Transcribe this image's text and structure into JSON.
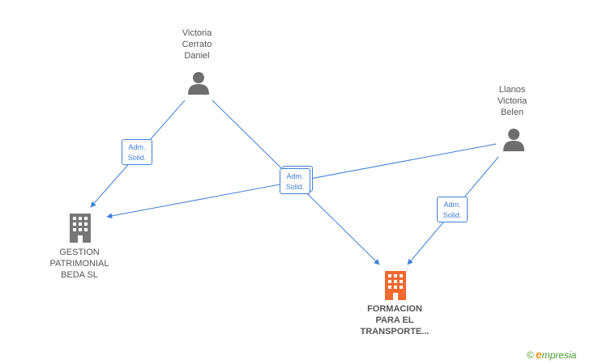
{
  "persons": [
    {
      "name": "Victoria\nCerrato\nDaniel",
      "icon": "person-icon"
    },
    {
      "name": "Llanos\nVictoria\nBelen",
      "icon": "person-icon"
    }
  ],
  "companies": [
    {
      "name": "GESTION\nPATRIMONIAL\nBEDA  SL",
      "icon": "building-icon",
      "color": "#777777"
    },
    {
      "name": "FORMACION\nPARA EL\nTRANSPORTE...",
      "icon": "building-icon",
      "color": "#f26a30"
    }
  ],
  "relations": [
    {
      "label": "Adm.\nSolid."
    },
    {
      "label": "Adm.\nSolid."
    },
    {
      "label": "Adm.\nSolid."
    }
  ],
  "colors": {
    "edge": "#3f7fd9",
    "person_icon": "#6e6e6e",
    "company_gray": "#777777",
    "company_main": "#f26a30"
  },
  "brand": {
    "copyright": "©",
    "e_letter": "e",
    "rest": "mpresia"
  }
}
